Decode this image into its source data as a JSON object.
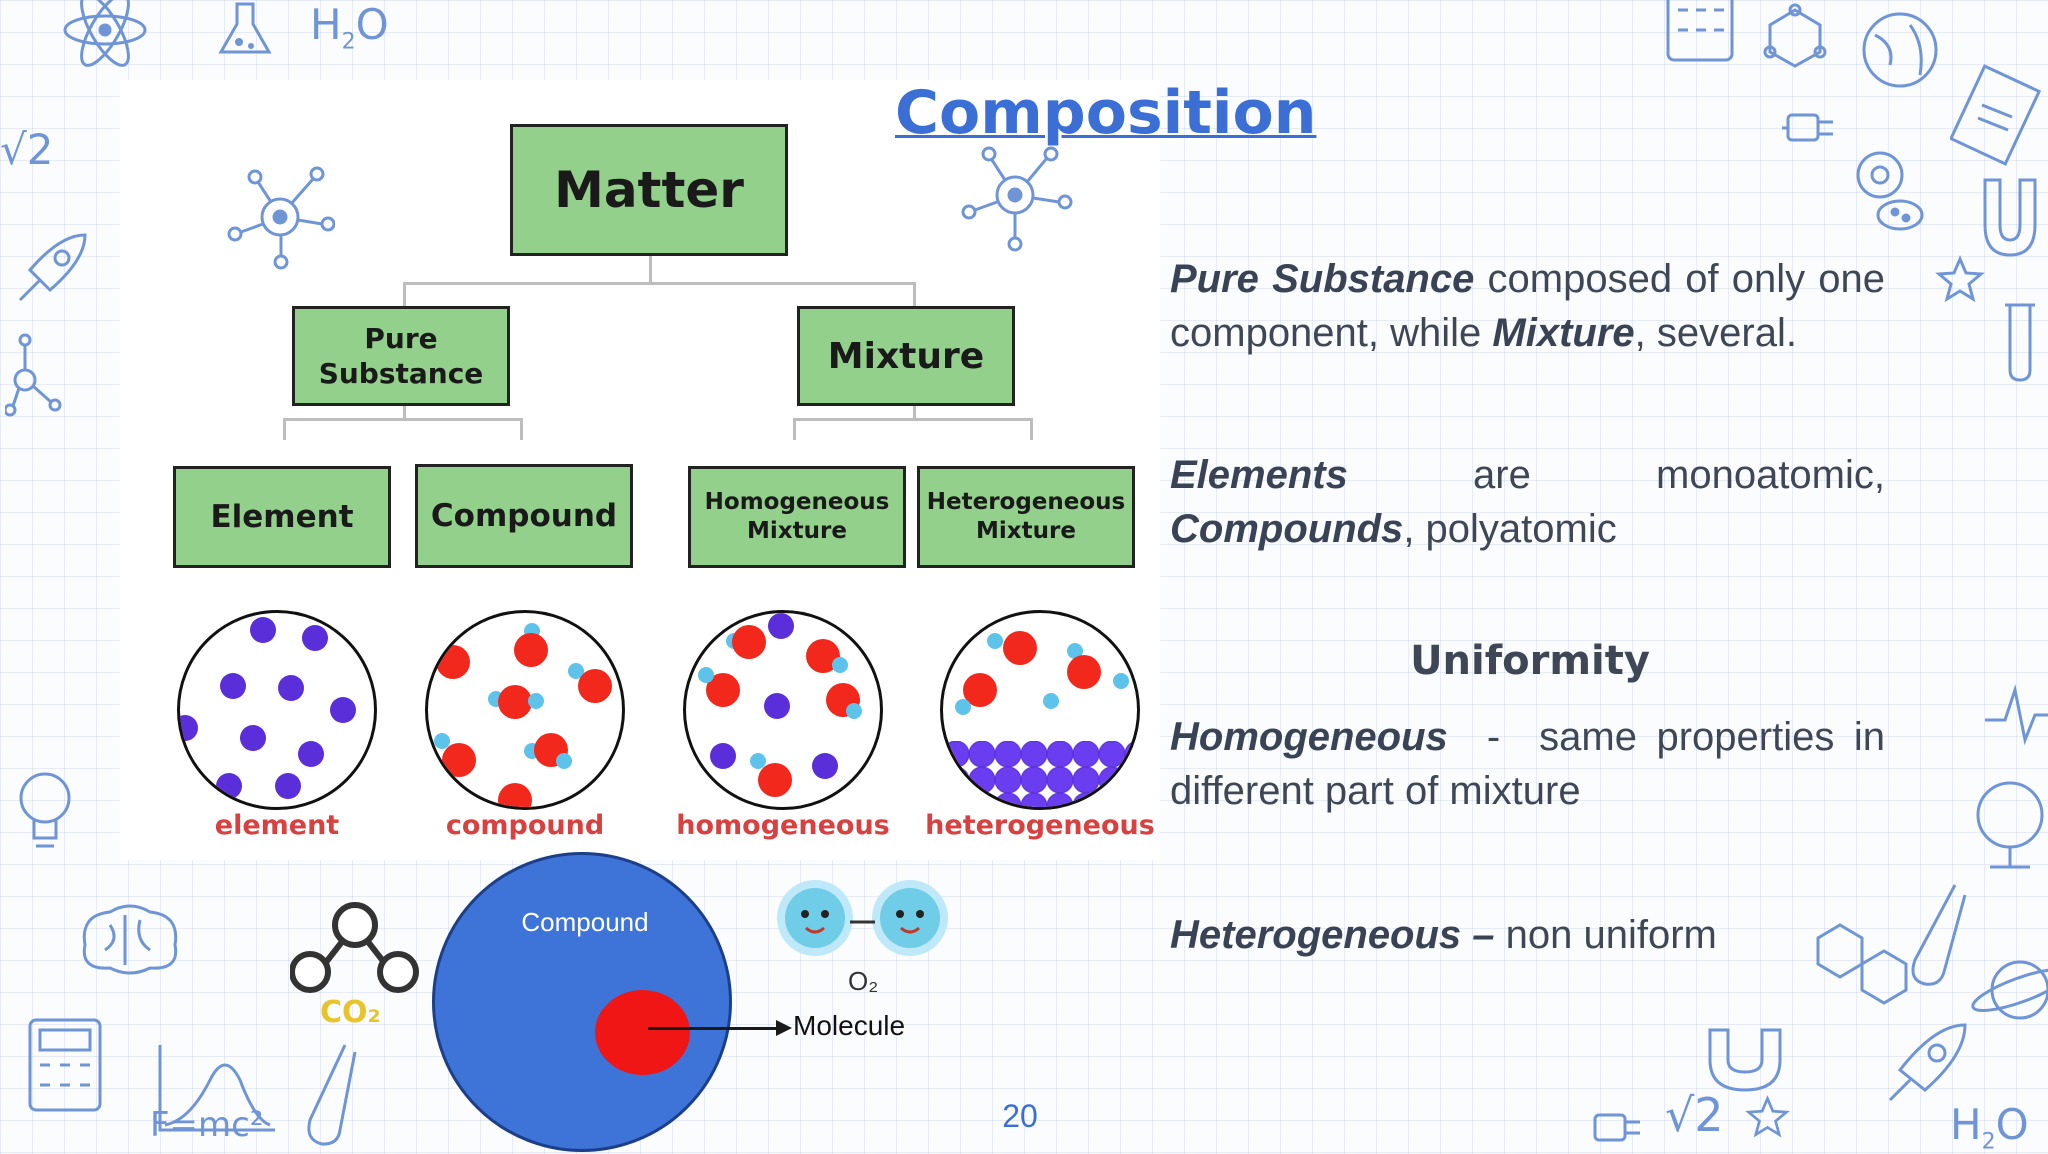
{
  "slide": {
    "title": "Composition",
    "page_number": "20"
  },
  "diagram": {
    "root": "Matter",
    "pure_substance": "Pure Substance",
    "mixture": "Mixture",
    "element": "Element",
    "compound": "Compound",
    "homogeneous_mixture": "Homogeneous Mixture",
    "heterogeneous_mixture": "Heterogeneous Mixture",
    "sample_labels": [
      "element",
      "compound",
      "homogeneous",
      "heterogeneous"
    ]
  },
  "illustrations": {
    "co2_label": "CO₂",
    "compound_label": "Compound",
    "molecule_label": "Molecule",
    "o2_label": "O₂"
  },
  "text": {
    "p1_term1": "Pure Substance",
    "p1_mid": " composed of only one component, while ",
    "p1_term2": "Mixture",
    "p1_end": ", several.",
    "p2_term1": "Elements",
    "p2_mid": " are monoatomic, ",
    "p2_term2": "Compounds",
    "p2_end": ", polyatomic",
    "uniformity": "Uniformity",
    "p3_term": "Homogeneous",
    "p3_rest": "  -  same properties in different part of mixture",
    "p4_term": "Heterogeneous –",
    "p4_rest": " non uniform"
  },
  "colors": {
    "accent": "#3b6fd6",
    "node_fill": "#92d08c",
    "label_red": "#d94040"
  },
  "icons": [
    "atom-icon",
    "flask-icon",
    "molecule-icon",
    "calculator-icon",
    "lightbulb-icon",
    "brain-icon",
    "globe-icon",
    "magnet-icon",
    "rocket-icon",
    "star-icon",
    "plug-icon",
    "microscope-icon"
  ]
}
